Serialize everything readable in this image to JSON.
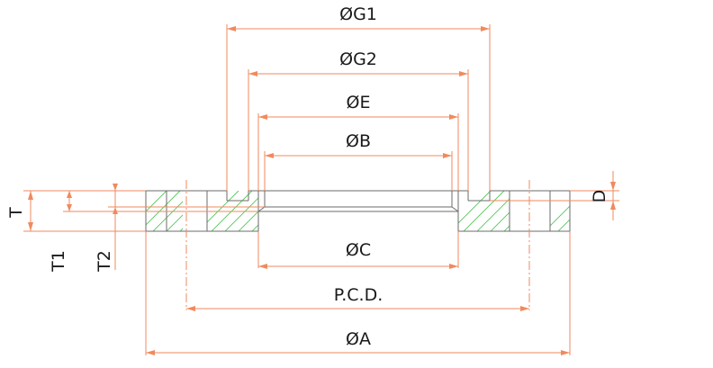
{
  "labels": {
    "g1": "ØG1",
    "g2": "ØG2",
    "e": "ØE",
    "b": "ØB",
    "c": "ØC",
    "pcd": "P.C.D.",
    "a": "ØA",
    "t": "T",
    "t1": "T1",
    "t2": "T2",
    "d": "D"
  },
  "colors": {
    "dimension": "#f08a5d",
    "outline": "#6b6b6b",
    "hatch": "#52c65a",
    "text": "#1a1a1a"
  }
}
